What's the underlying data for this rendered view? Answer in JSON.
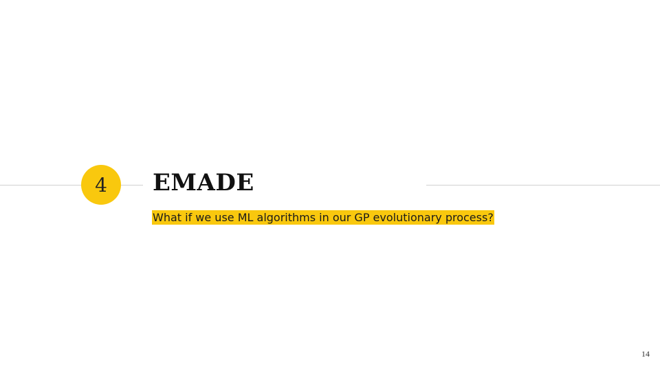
{
  "slide": {
    "section_number": "4",
    "title": "EMADE",
    "subtitle": "What if we use ML algorithms in our GP evolutionary process?",
    "page_number": "14"
  },
  "colors": {
    "accent": "#f9c80e",
    "highlight": "#f9c80e",
    "divider": "#d0d0d0",
    "background": "#ffffff"
  }
}
